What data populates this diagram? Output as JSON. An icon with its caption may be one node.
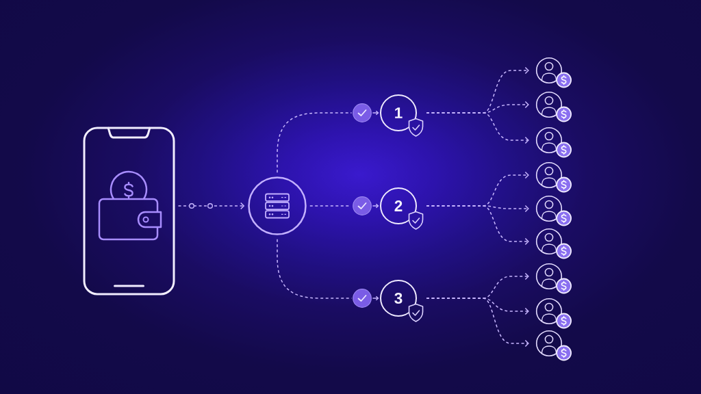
{
  "diagram": {
    "nodes": [
      {
        "text": [],
        "shape": "picture"
      },
      {
        "text": [],
        "shape": "circle"
      },
      {
        "text": [],
        "shape": "circle"
      },
      {
        "text": [
          "1"
        ]
      },
      {
        "text": [],
        "shape": "circle"
      },
      {
        "text": [
          "2"
        ]
      },
      {
        "text": [],
        "shape": "circle"
      },
      {
        "text": [
          "3"
        ]
      },
      {
        "text": [],
        "shape": "person"
      },
      {
        "text": [],
        "shape": "person"
      },
      {
        "text": [],
        "shape": "person"
      },
      {
        "text": [],
        "shape": "person"
      },
      {
        "text": [],
        "shape": "person"
      },
      {
        "text": [],
        "shape": "person"
      },
      {
        "text": [],
        "shape": "person"
      },
      {
        "text": [],
        "shape": "person"
      },
      {
        "text": [],
        "shape": "person"
      }
    ],
    "edges": [
      {
        "from": 0,
        "to": 1,
        "arrow": "to",
        "style": "dashed"
      },
      {
        "from": 1,
        "to": 2,
        "arrow": "none",
        "style": "dashed"
      },
      {
        "from": 1,
        "to": 4,
        "arrow": "none",
        "style": "dashed"
      },
      {
        "from": 1,
        "to": 6,
        "arrow": "none",
        "style": "dashed"
      },
      {
        "from": 2,
        "to": 3,
        "arrow": "to"
      },
      {
        "from": 4,
        "to": 5,
        "arrow": "to"
      },
      {
        "from": 6,
        "to": 7,
        "arrow": "to"
      },
      {
        "from": 3,
        "to": 8,
        "arrow": "to",
        "style": "dashed"
      },
      {
        "from": 3,
        "to": 9,
        "arrow": "to",
        "style": "dashed"
      },
      {
        "from": 3,
        "to": 10,
        "arrow": "to",
        "style": "dashed"
      },
      {
        "from": 5,
        "to": 11,
        "arrow": "to",
        "style": "dashed"
      },
      {
        "from": 5,
        "to": 12,
        "arrow": "to",
        "style": "dashed"
      },
      {
        "from": 5,
        "to": 13,
        "arrow": "to",
        "style": "dashed"
      },
      {
        "from": 7,
        "to": 14,
        "arrow": "to",
        "style": "dashed"
      },
      {
        "from": 7,
        "to": 15,
        "arrow": "to",
        "style": "dashed"
      },
      {
        "from": 7,
        "to": 16,
        "arrow": "to",
        "style": "dashed"
      }
    ]
  }
}
